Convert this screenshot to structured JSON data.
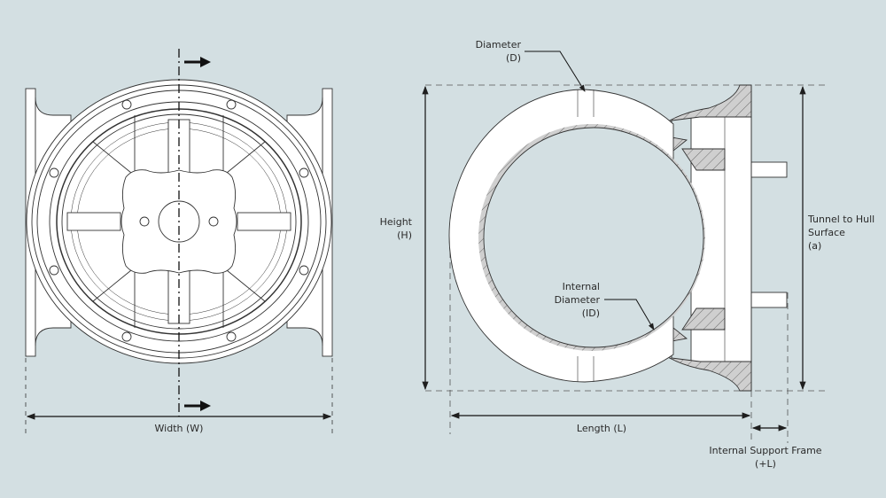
{
  "colors": {
    "background": "#d3dfe2",
    "line": "#1e1e1e",
    "part": "#ffffff",
    "hatch": "#cfcfcf"
  },
  "front_view": {
    "width_label": "Width (W)"
  },
  "side_view": {
    "diameter_label": [
      "Diameter",
      "(D)"
    ],
    "internal_diameter_label": [
      "Internal",
      "Diameter",
      "(ID)"
    ],
    "height_label": [
      "Height",
      "(H)"
    ],
    "tunnel_label": [
      "Tunnel to Hull",
      "Surface",
      "(a)"
    ],
    "length_label": "Length (L)",
    "support_label": [
      "Internal Support Frame",
      "(+L)"
    ]
  }
}
